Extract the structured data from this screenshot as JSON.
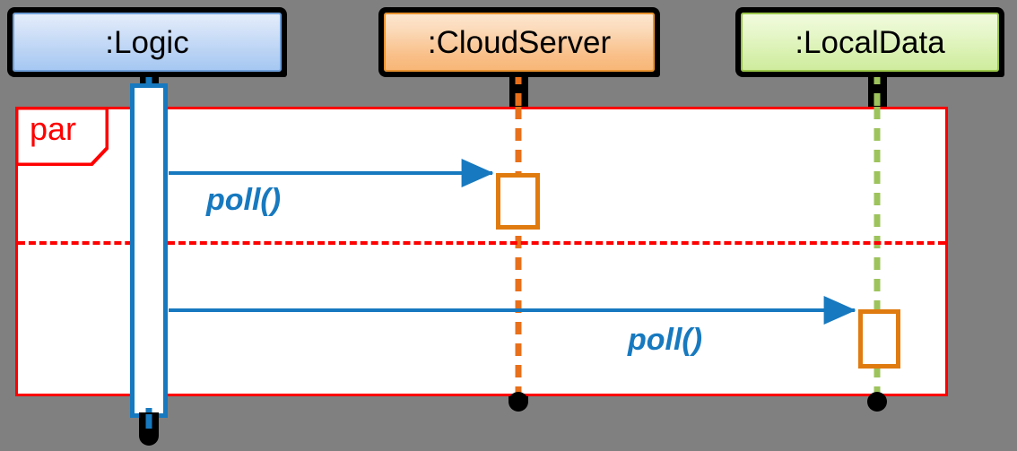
{
  "diagram": {
    "type": "uml-sequence-diagram",
    "background_color": "#808080",
    "lifelines": [
      {
        "id": "logic",
        "label": ":Logic",
        "box_fill_top": "#e4edfb",
        "box_fill_bottom": "#a6c8f2",
        "border_color": "#6f9fd8",
        "stem_color": "#1779bf",
        "stem_style": "solid",
        "activation_border": "#1779bf",
        "terminator": "filled-circle"
      },
      {
        "id": "cloudserver",
        "label": ":CloudServer",
        "box_fill_top": "#fde6cf",
        "box_fill_bottom": "#f8b777",
        "border_color": "#e8922f",
        "stem_color": "#e8701a",
        "stem_style": "dashed",
        "activation_border": "#e07b10",
        "terminator": "filled-circle"
      },
      {
        "id": "localdata",
        "label": ":LocalData",
        "box_fill_top": "#f1fbdd",
        "box_fill_bottom": "#cfec9e",
        "border_color": "#9ac64a",
        "stem_color": "#9dc35c",
        "stem_style": "dashed",
        "activation_border": "#e07b10",
        "terminator": "filled-circle"
      }
    ],
    "fragment": {
      "operator": "par",
      "frame_color": "#ff0000",
      "fill_color": "#ffffff",
      "operand_divider_style": "dashed",
      "operand_count": 2
    },
    "messages": [
      {
        "label": "poll()",
        "from": "logic",
        "to": "cloudserver",
        "color": "#1779bf",
        "arrow_style": "solid-filled-head",
        "operand": 1
      },
      {
        "label": "poll()",
        "from": "logic",
        "to": "localdata",
        "color": "#1779bf",
        "arrow_style": "solid-filled-head",
        "operand": 2
      }
    ]
  }
}
